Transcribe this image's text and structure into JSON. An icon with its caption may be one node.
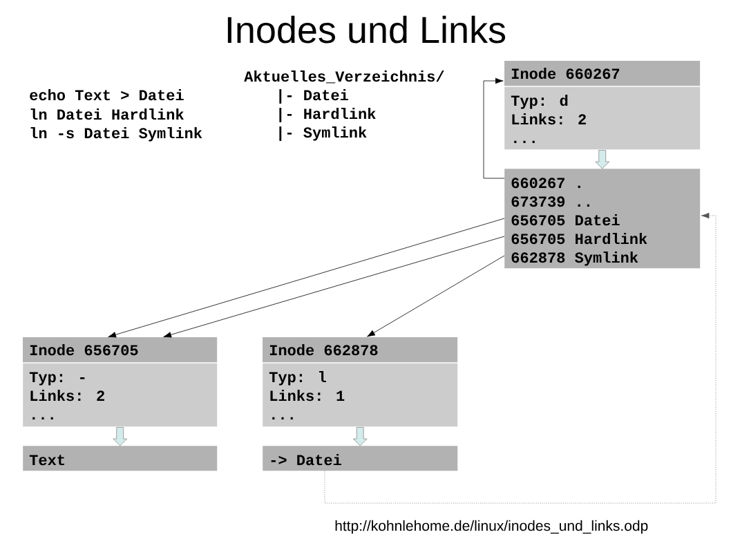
{
  "diagram": {
    "title": "Inodes und Links",
    "nodes": [
      {
        "text": [
          "Inode 660267",
          "Typ: d",
          "Links: 2",
          "..."
        ]
      },
      {
        "text": [
          "660267 .",
          "673739 ..",
          "656705 Datei",
          "656705 Hardlink",
          "662878 Symlink"
        ]
      },
      {
        "text": [
          "Inode 656705",
          "Typ: -",
          "Links: 2",
          "..."
        ]
      },
      {
        "text": [
          "Text"
        ]
      },
      {
        "text": [
          "Inode 662878",
          "Typ: l",
          "Links: 1",
          "..."
        ]
      },
      {
        "text": [
          "-> Datei"
        ]
      }
    ],
    "edges": [
      {
        "from": 1,
        "to": 0,
        "arrow": "to"
      },
      {
        "from": 0,
        "to": 1,
        "arrow": "to",
        "style": "thick",
        "color": "#d4ebeb"
      },
      {
        "from": 1,
        "to": 2,
        "arrow": "to"
      },
      {
        "from": 1,
        "to": 2,
        "arrow": "to"
      },
      {
        "from": 1,
        "to": 4,
        "arrow": "to"
      },
      {
        "from": 2,
        "to": 3,
        "arrow": "to",
        "style": "thick",
        "color": "#d4ebeb"
      },
      {
        "from": 4,
        "to": 5,
        "arrow": "to",
        "style": "thick",
        "color": "#d4ebeb"
      },
      {
        "from": 5,
        "to": 1,
        "arrow": "to",
        "style": "dashed",
        "color": "#555555"
      }
    ],
    "labels": [
      "echo Text > Datei",
      "ln Datei Hardlink",
      "ln -s Datei Symlink",
      "Aktuelles_Verzeichnis/",
      "|- Datei",
      "|- Hardlink",
      "|- Symlink",
      "http://kohnlehome.de/linux/inodes_und_links.odp"
    ]
  }
}
